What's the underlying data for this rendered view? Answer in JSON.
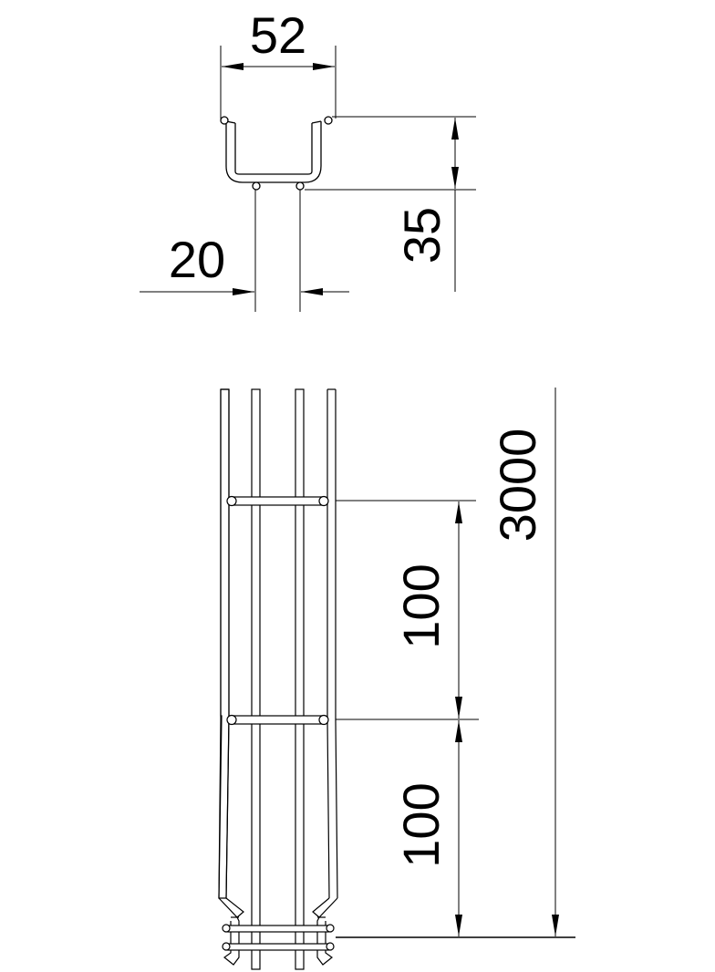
{
  "drawing": {
    "type": "technical dimension drawing - wire mesh cable tray",
    "line_color": "#000000",
    "background": "#ffffff"
  },
  "cross_section": {
    "width_label": "52",
    "height_label": "35",
    "bottom_wire_spacing_label": "20"
  },
  "side_view": {
    "total_length_label": "3000",
    "cross_wire_pitch_upper_label": "100",
    "cross_wire_pitch_lower_label": "100"
  }
}
